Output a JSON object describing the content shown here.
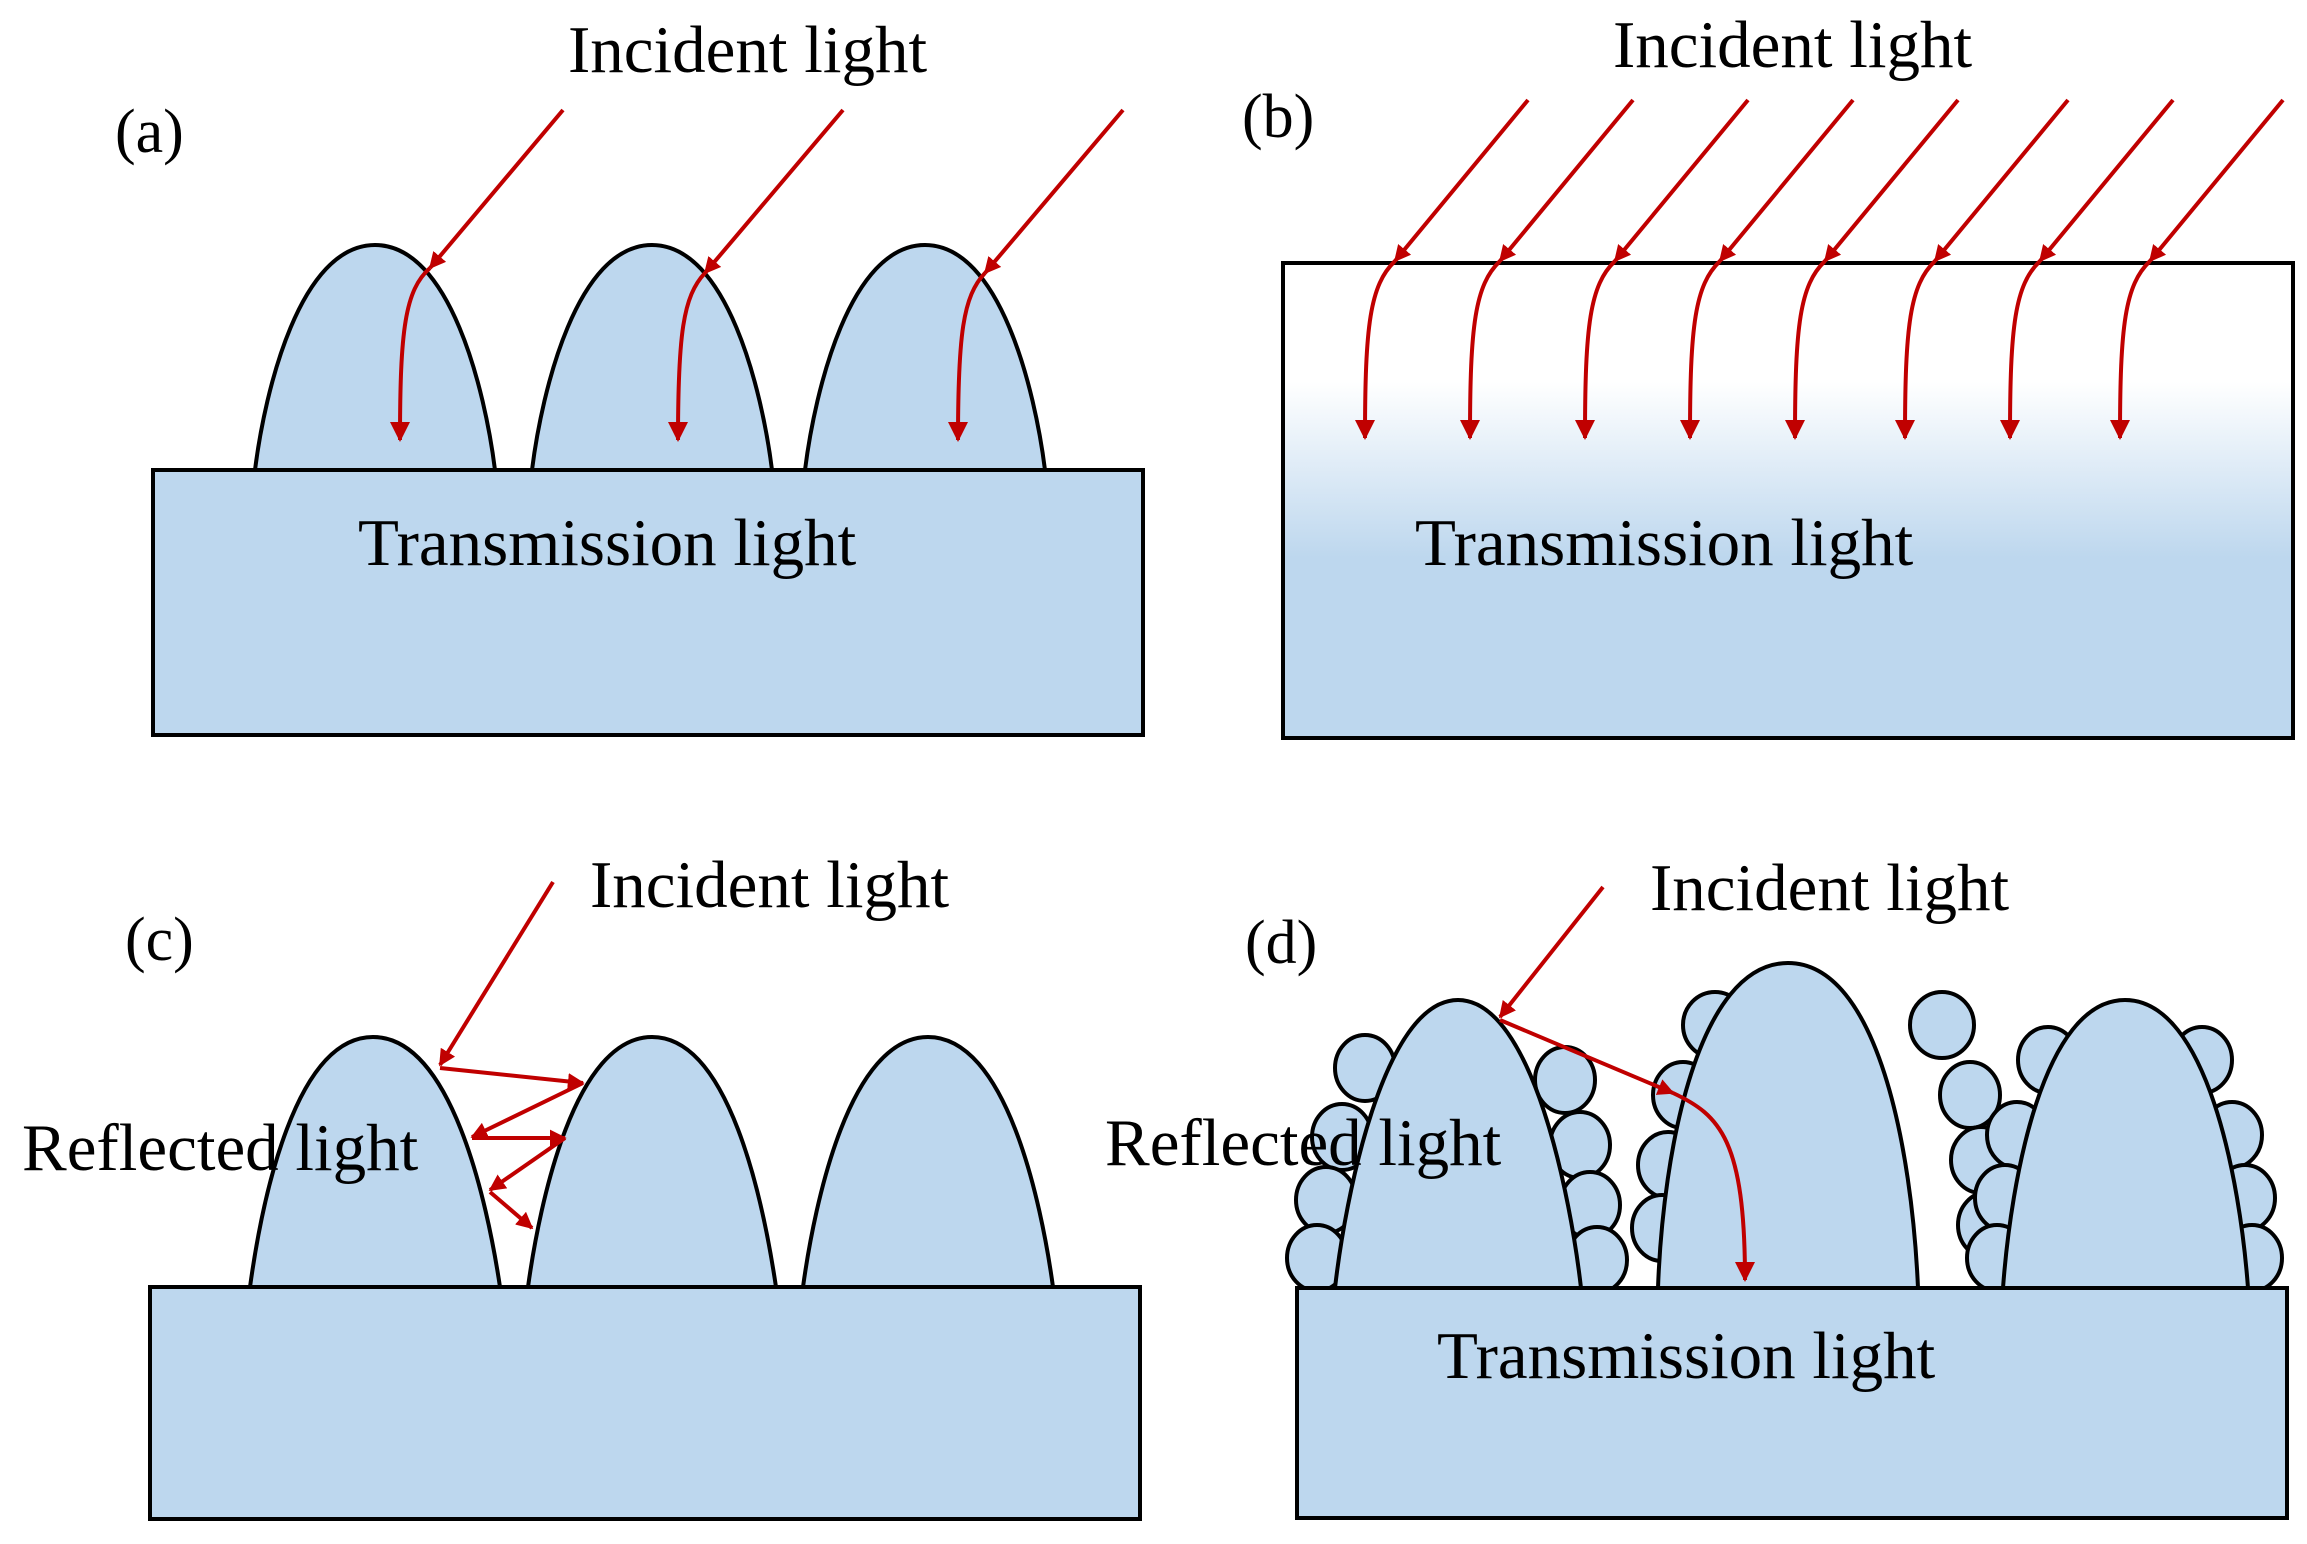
{
  "colors": {
    "fill": "#bdd7ee",
    "arrow": "#c00000",
    "stroke": "#000000",
    "gradient_top": "#ffffff"
  },
  "panels": {
    "a": {
      "tag": "(a)",
      "incident": "Incident light",
      "transmission": "Transmission light"
    },
    "b": {
      "tag": "(b)",
      "incident": "Incident light",
      "transmission": "Transmission light"
    },
    "c": {
      "tag": "(c)",
      "incident": "Incident light",
      "reflected": "Reflected light"
    },
    "d": {
      "tag": "(d)",
      "incident": "Incident light",
      "reflected": "Reflected light",
      "transmission": "Transmission light"
    }
  }
}
